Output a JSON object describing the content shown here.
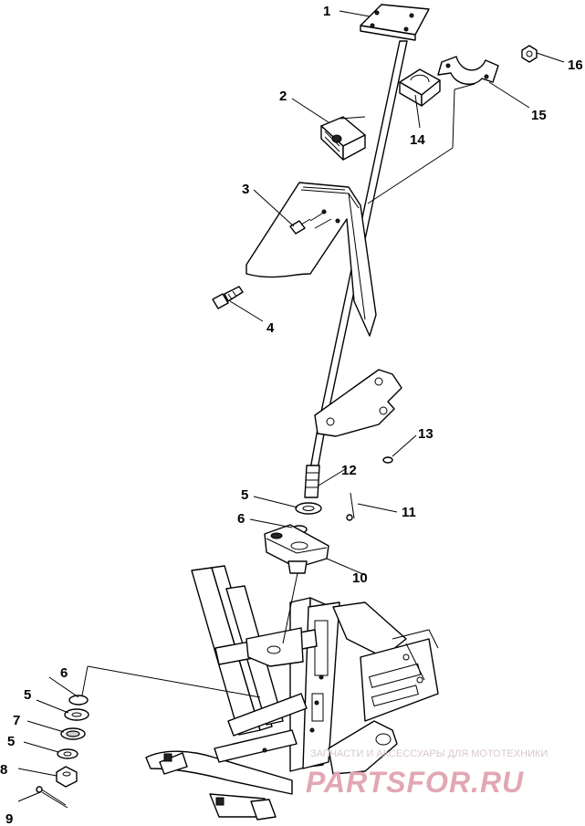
{
  "callouts": [
    {
      "id": "c1",
      "text": "1"
    },
    {
      "id": "c2",
      "text": "2"
    },
    {
      "id": "c3",
      "text": "3"
    },
    {
      "id": "c4",
      "text": "4"
    },
    {
      "id": "c5a",
      "text": "5"
    },
    {
      "id": "c6a",
      "text": "6"
    },
    {
      "id": "c6b",
      "text": "6"
    },
    {
      "id": "c5b",
      "text": "5"
    },
    {
      "id": "c7",
      "text": "7"
    },
    {
      "id": "c5c",
      "text": "5"
    },
    {
      "id": "c8",
      "text": "8"
    },
    {
      "id": "c9",
      "text": "9"
    },
    {
      "id": "c10",
      "text": "10"
    },
    {
      "id": "c11",
      "text": "11"
    },
    {
      "id": "c12",
      "text": "12"
    },
    {
      "id": "c13",
      "text": "13"
    },
    {
      "id": "c14",
      "text": "14"
    },
    {
      "id": "c15",
      "text": "15"
    },
    {
      "id": "c16",
      "text": "16"
    }
  ],
  "watermark": {
    "tagline": "ЗАПЧАСТИ И АКСЕССУАРЫ ДЛЯ МОТОТЕХНИКИ",
    "site": "PARTSFOR.RU"
  }
}
